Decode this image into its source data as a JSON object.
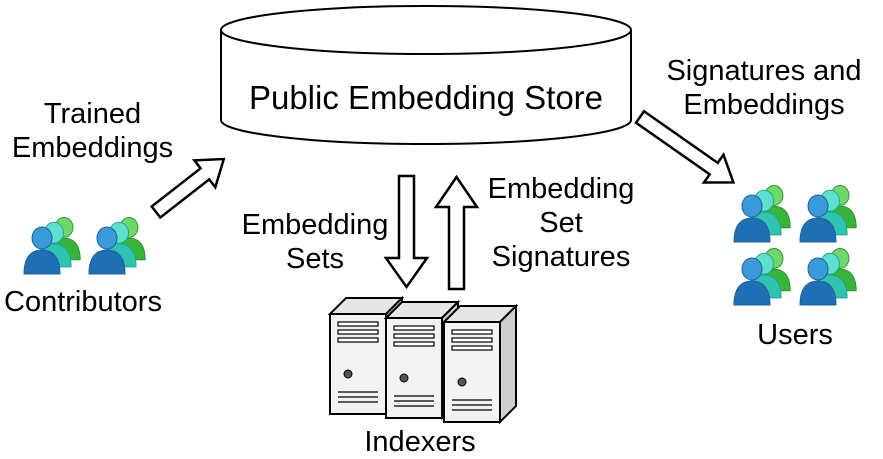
{
  "store": {
    "title": "Public Embedding Store"
  },
  "contributors": {
    "label": "Contributors",
    "icon": "user-group-icon"
  },
  "users": {
    "label": "Users",
    "icon": "user-group-icon"
  },
  "indexers": {
    "label": "Indexers",
    "icon": "server-tower-icon"
  },
  "flows": {
    "trained_embeddings": [
      "Trained",
      "Embeddings"
    ],
    "embedding_sets": [
      "Embedding",
      "Sets"
    ],
    "embedding_set_signatures": [
      "Embedding",
      "Set",
      "Signatures"
    ],
    "signatures_and_embeddings": [
      "Signatures and",
      "Embeddings"
    ]
  },
  "colors": {
    "person_dark_blue": "#1f6fb5",
    "person_mid_blue": "#3a9ad9",
    "person_teal": "#2fc4b2",
    "person_green": "#38b43a",
    "server_body": "#f2f2f2",
    "server_side": "#cfcfcf",
    "outline": "#000000"
  }
}
